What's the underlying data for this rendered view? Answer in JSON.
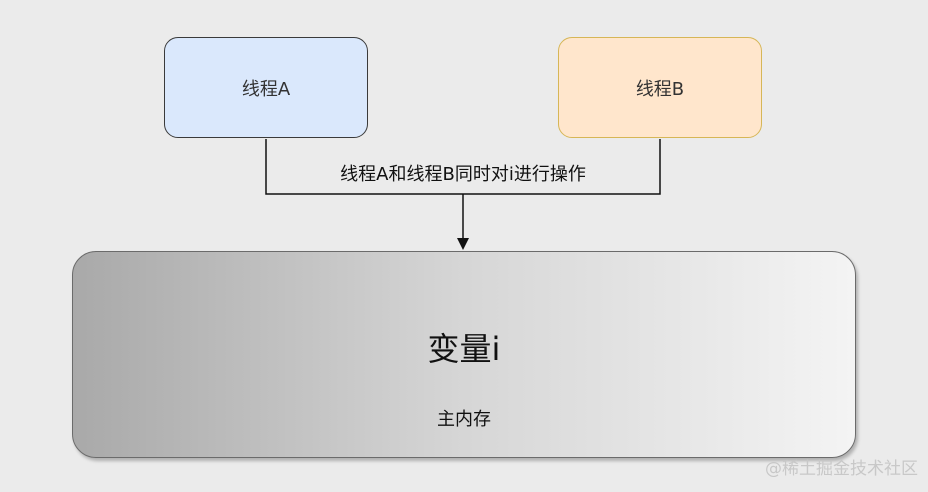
{
  "diagram": {
    "thread_a": "线程A",
    "thread_b": "线程B",
    "edge_label": "线程A和线程B同时对i进行操作",
    "variable": "变量i",
    "memory": "主内存"
  },
  "watermark": "@稀土掘金技术社区",
  "colors": {
    "background": "#ebebeb",
    "thread_a_fill": "#dae8fc",
    "thread_a_stroke": "#3a3a3a",
    "thread_b_fill": "#ffe6cc",
    "thread_b_stroke": "#d6b656",
    "connector": "#111111"
  }
}
